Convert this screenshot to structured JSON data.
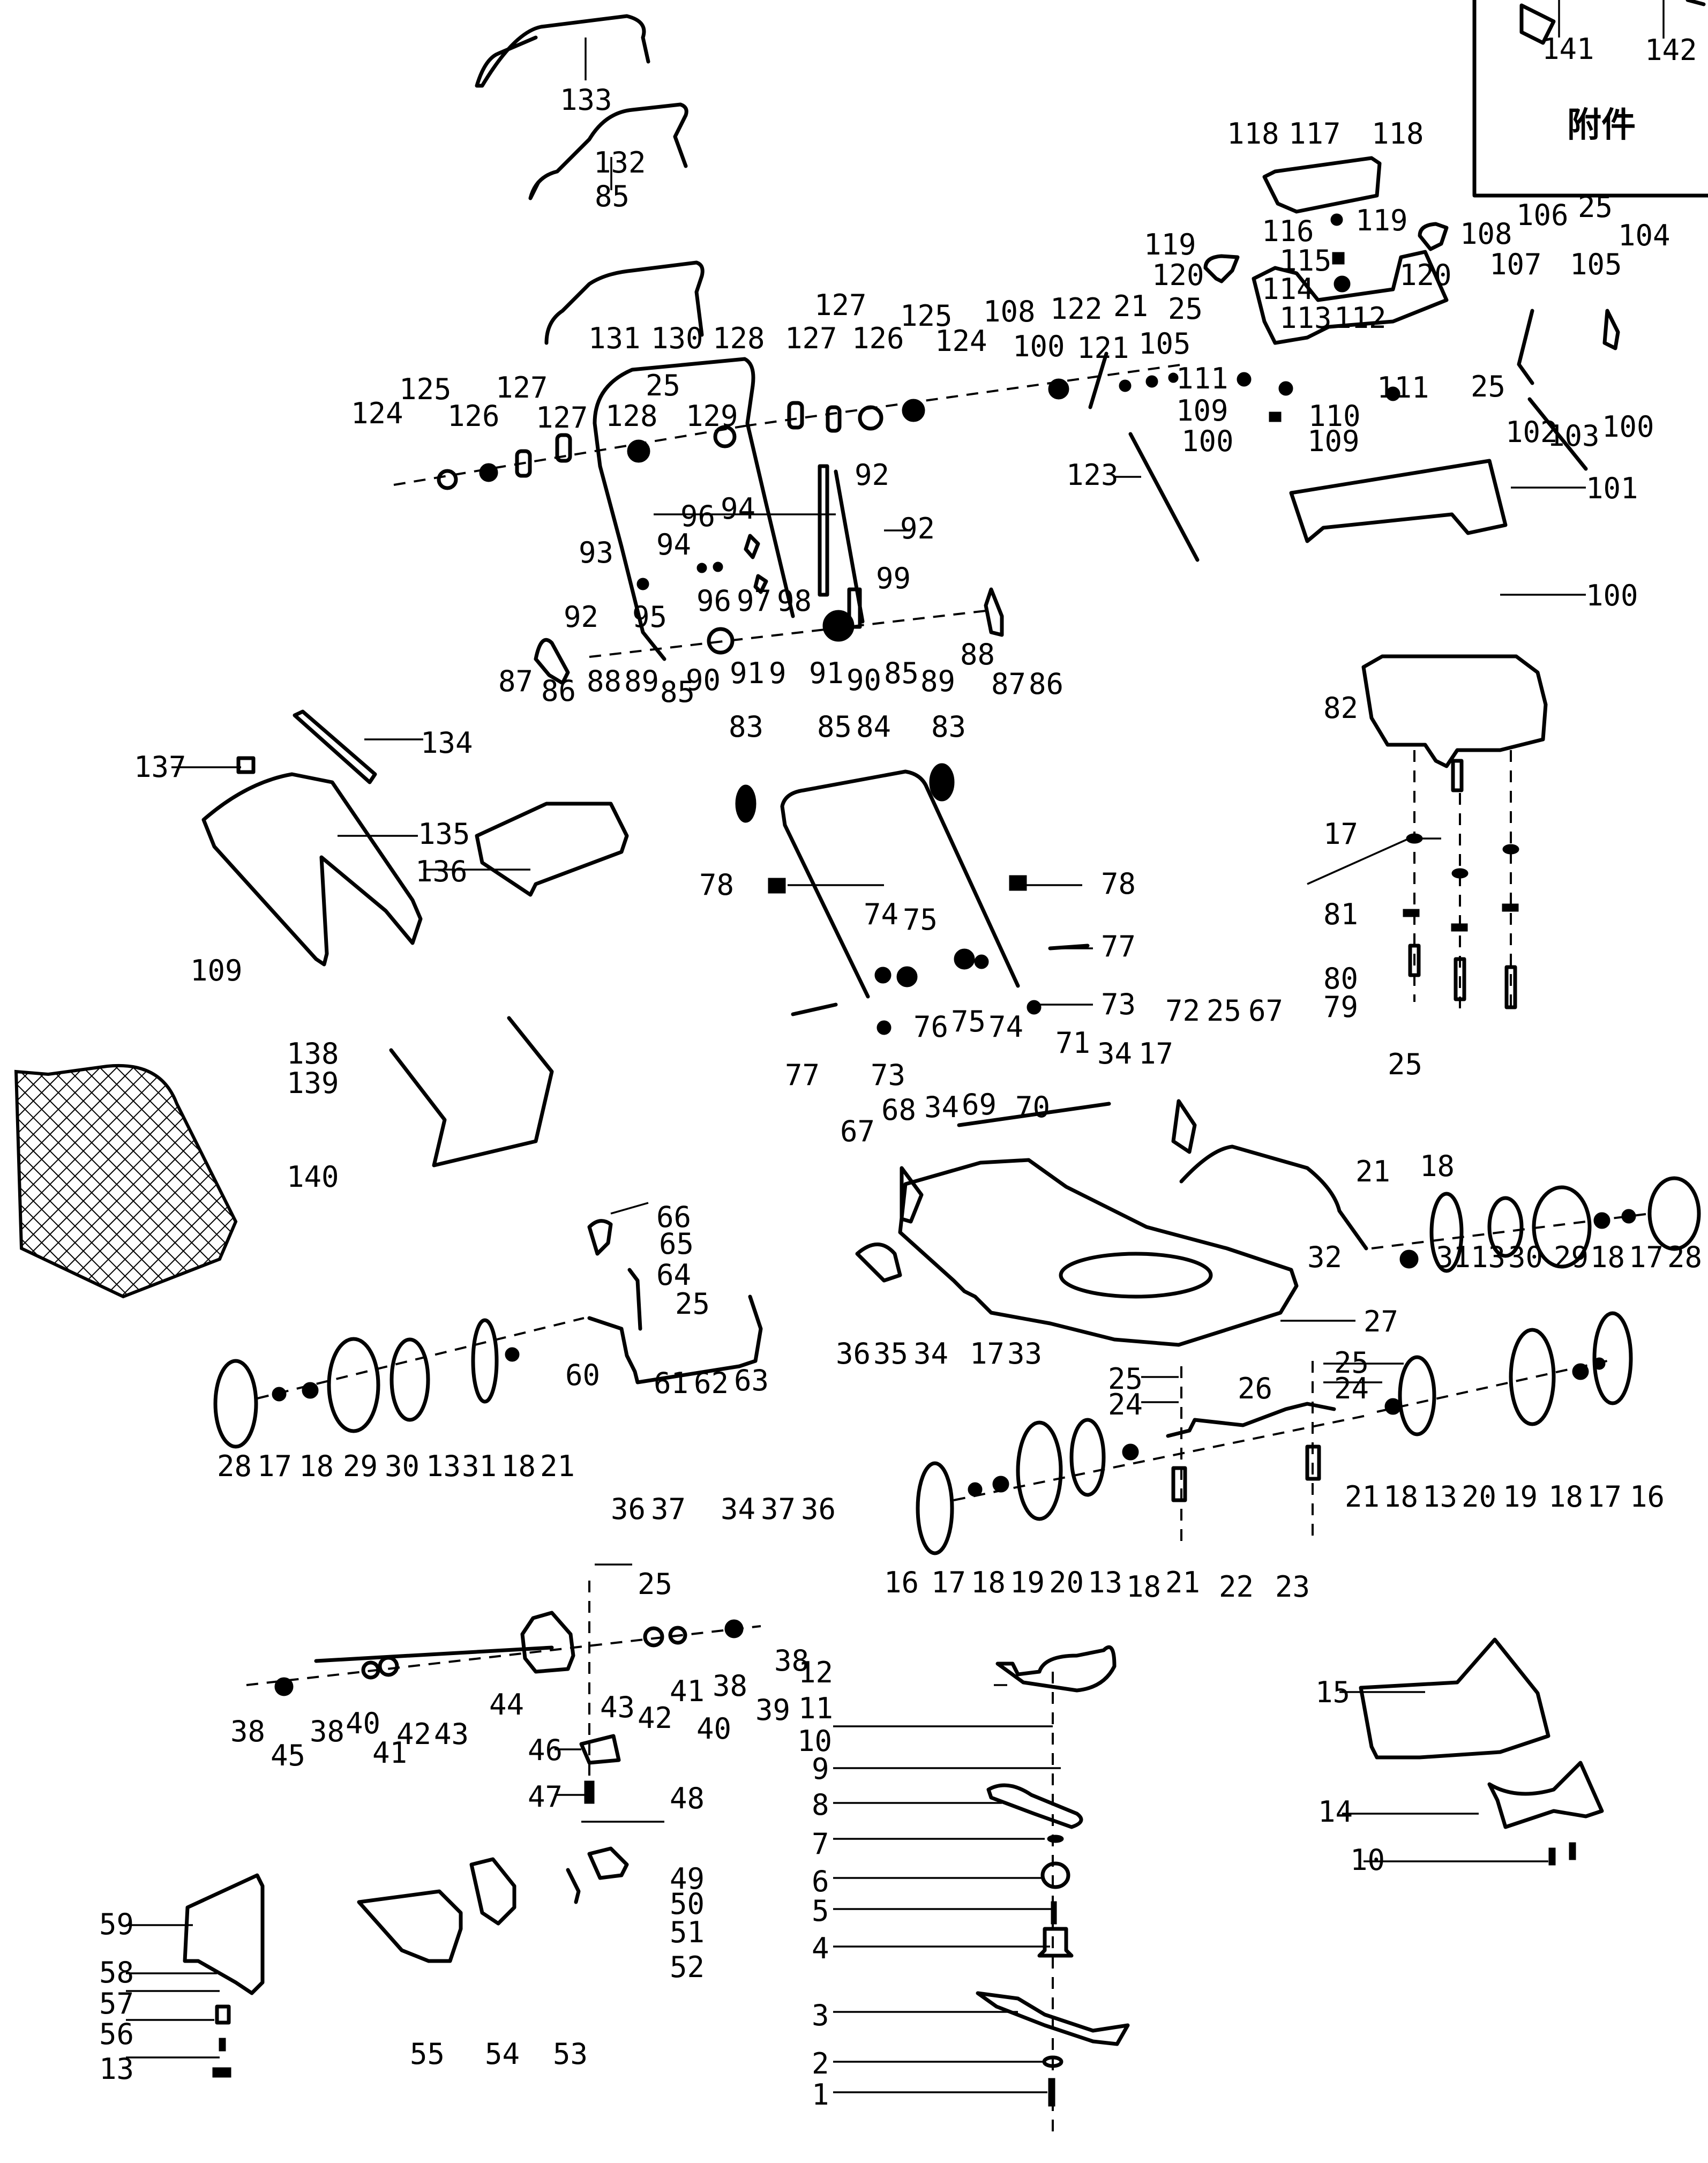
{
  "diagram": {
    "title": "Lawn mower exploded parts diagram",
    "accessory_box": {
      "title": "附件",
      "items": [
        "141",
        "142"
      ]
    },
    "labels": [
      {
        "id": "l133",
        "text": "133"
      },
      {
        "id": "l132",
        "text": "132"
      },
      {
        "id": "l85a",
        "text": "85"
      },
      {
        "id": "l131",
        "text": "131"
      },
      {
        "id": "l130",
        "text": "130"
      },
      {
        "id": "l128a",
        "text": "128"
      },
      {
        "id": "l128b",
        "text": "128"
      },
      {
        "id": "l25a",
        "text": "25"
      },
      {
        "id": "l129",
        "text": "129"
      },
      {
        "id": "l124a",
        "text": "124"
      },
      {
        "id": "l125a",
        "text": "125"
      },
      {
        "id": "l126a",
        "text": "126"
      },
      {
        "id": "l127a",
        "text": "127"
      },
      {
        "id": "l127b",
        "text": "127"
      },
      {
        "id": "l127c",
        "text": "127"
      },
      {
        "id": "l127d",
        "text": "127"
      },
      {
        "id": "l126b",
        "text": "126"
      },
      {
        "id": "l125b",
        "text": "125"
      },
      {
        "id": "l124b",
        "text": "124"
      },
      {
        "id": "l108a",
        "text": "108"
      },
      {
        "id": "l100a",
        "text": "100"
      },
      {
        "id": "l122",
        "text": "122"
      },
      {
        "id": "l121",
        "text": "121"
      },
      {
        "id": "l21a",
        "text": "21"
      },
      {
        "id": "l105a",
        "text": "105"
      },
      {
        "id": "l25b",
        "text": "25"
      },
      {
        "id": "l123",
        "text": "123"
      },
      {
        "id": "l118a",
        "text": "118"
      },
      {
        "id": "l117",
        "text": "117"
      },
      {
        "id": "l118b",
        "text": "118"
      },
      {
        "id": "l116",
        "text": "116"
      },
      {
        "id": "l115",
        "text": "115"
      },
      {
        "id": "l114",
        "text": "114"
      },
      {
        "id": "l113",
        "text": "113"
      },
      {
        "id": "l112",
        "text": "112"
      },
      {
        "id": "l119a",
        "text": "119"
      },
      {
        "id": "l120a",
        "text": "120"
      },
      {
        "id": "l119b",
        "text": "119"
      },
      {
        "id": "l120b",
        "text": "120"
      },
      {
        "id": "l111a",
        "text": "111"
      },
      {
        "id": "l111b",
        "text": "111"
      },
      {
        "id": "l109a",
        "text": "109"
      },
      {
        "id": "l110",
        "text": "110"
      },
      {
        "id": "l100b",
        "text": "100"
      },
      {
        "id": "l109b",
        "text": "109"
      },
      {
        "id": "l108b",
        "text": "108"
      },
      {
        "id": "l107",
        "text": "107"
      },
      {
        "id": "l106",
        "text": "106"
      },
      {
        "id": "l25c",
        "text": "25"
      },
      {
        "id": "l104",
        "text": "104"
      },
      {
        "id": "l105b",
        "text": "105"
      },
      {
        "id": "l25d",
        "text": "25"
      },
      {
        "id": "l102",
        "text": "102"
      },
      {
        "id": "l103",
        "text": "103"
      },
      {
        "id": "l100c",
        "text": "100"
      },
      {
        "id": "l101",
        "text": "101"
      },
      {
        "id": "l100d",
        "text": "100"
      },
      {
        "id": "l92a",
        "text": "92"
      },
      {
        "id": "l92b",
        "text": "92"
      },
      {
        "id": "l93",
        "text": "93"
      },
      {
        "id": "l92c",
        "text": "92"
      },
      {
        "id": "l94a",
        "text": "94"
      },
      {
        "id": "l96a",
        "text": "96"
      },
      {
        "id": "l94b",
        "text": "94"
      },
      {
        "id": "l95",
        "text": "95"
      },
      {
        "id": "l96b",
        "text": "96"
      },
      {
        "id": "l97",
        "text": "97"
      },
      {
        "id": "l98",
        "text": "98"
      },
      {
        "id": "l99",
        "text": "99"
      },
      {
        "id": "l90a",
        "text": "90"
      },
      {
        "id": "l91a",
        "text": "91"
      },
      {
        "id": "l9a",
        "text": "9"
      },
      {
        "id": "l91b",
        "text": "91"
      },
      {
        "id": "l90b",
        "text": "90"
      },
      {
        "id": "l85b",
        "text": "85"
      },
      {
        "id": "l89a",
        "text": "89"
      },
      {
        "id": "l88a",
        "text": "88"
      },
      {
        "id": "l87a",
        "text": "87"
      },
      {
        "id": "l86a",
        "text": "86"
      },
      {
        "id": "l87b",
        "text": "87"
      },
      {
        "id": "l86b",
        "text": "86"
      },
      {
        "id": "l88b",
        "text": "88"
      },
      {
        "id": "l89b",
        "text": "89"
      },
      {
        "id": "l85c",
        "text": "85"
      },
      {
        "id": "l82",
        "text": "82"
      },
      {
        "id": "l17a",
        "text": "17"
      },
      {
        "id": "l81",
        "text": "81"
      },
      {
        "id": "l80",
        "text": "80"
      },
      {
        "id": "l79",
        "text": "79"
      },
      {
        "id": "l134",
        "text": "134"
      },
      {
        "id": "l137",
        "text": "137"
      },
      {
        "id": "l135",
        "text": "135"
      },
      {
        "id": "l136",
        "text": "136"
      },
      {
        "id": "l109c",
        "text": "109"
      },
      {
        "id": "l138",
        "text": "138"
      },
      {
        "id": "l139",
        "text": "139"
      },
      {
        "id": "l140",
        "text": "140"
      },
      {
        "id": "l83a",
        "text": "83"
      },
      {
        "id": "l85d",
        "text": "85"
      },
      {
        "id": "l84",
        "text": "84"
      },
      {
        "id": "l83b",
        "text": "83"
      },
      {
        "id": "l78a",
        "text": "78"
      },
      {
        "id": "l78b",
        "text": "78"
      },
      {
        "id": "l74a",
        "text": "74"
      },
      {
        "id": "l75a",
        "text": "75"
      },
      {
        "id": "l77a",
        "text": "77"
      },
      {
        "id": "l76",
        "text": "76"
      },
      {
        "id": "l75b",
        "text": "75"
      },
      {
        "id": "l74b",
        "text": "74"
      },
      {
        "id": "l73a",
        "text": "73"
      },
      {
        "id": "l77b",
        "text": "77"
      },
      {
        "id": "l73b",
        "text": "73"
      },
      {
        "id": "l72",
        "text": "72"
      },
      {
        "id": "l25e",
        "text": "25"
      },
      {
        "id": "l67a",
        "text": "67"
      },
      {
        "id": "l71",
        "text": "71"
      },
      {
        "id": "l34a",
        "text": "34"
      },
      {
        "id": "l17b",
        "text": "17"
      },
      {
        "id": "l67b",
        "text": "67"
      },
      {
        "id": "l68",
        "text": "68"
      },
      {
        "id": "l34b",
        "text": "34"
      },
      {
        "id": "l69",
        "text": "69"
      },
      {
        "id": "l70",
        "text": "70"
      },
      {
        "id": "l36a",
        "text": "36"
      },
      {
        "id": "l35",
        "text": "35"
      },
      {
        "id": "l34c",
        "text": "34"
      },
      {
        "id": "l17c",
        "text": "17"
      },
      {
        "id": "l33",
        "text": "33"
      },
      {
        "id": "l27",
        "text": "27"
      },
      {
        "id": "l32",
        "text": "32"
      },
      {
        "id": "l21b",
        "text": "21"
      },
      {
        "id": "l25f",
        "text": "25"
      },
      {
        "id": "l18a",
        "text": "18"
      },
      {
        "id": "l31a",
        "text": "31"
      },
      {
        "id": "l13a",
        "text": "13"
      },
      {
        "id": "l30a",
        "text": "30"
      },
      {
        "id": "l29a",
        "text": "29"
      },
      {
        "id": "l18b",
        "text": "18"
      },
      {
        "id": "l17d",
        "text": "17"
      },
      {
        "id": "l28a",
        "text": "28"
      },
      {
        "id": "l66",
        "text": "66"
      },
      {
        "id": "l65",
        "text": "65"
      },
      {
        "id": "l64",
        "text": "64"
      },
      {
        "id": "l25g",
        "text": "25"
      },
      {
        "id": "l60",
        "text": "60"
      },
      {
        "id": "l61",
        "text": "61"
      },
      {
        "id": "l62",
        "text": "62"
      },
      {
        "id": "l63",
        "text": "63"
      },
      {
        "id": "l28b",
        "text": "28"
      },
      {
        "id": "l17e",
        "text": "17"
      },
      {
        "id": "l18c",
        "text": "18"
      },
      {
        "id": "l29b",
        "text": "29"
      },
      {
        "id": "l30b",
        "text": "30"
      },
      {
        "id": "l13b",
        "text": "13"
      },
      {
        "id": "l31b",
        "text": "31"
      },
      {
        "id": "l18d",
        "text": "18"
      },
      {
        "id": "l21c",
        "text": "21"
      },
      {
        "id": "l36b",
        "text": "36"
      },
      {
        "id": "l37a",
        "text": "37"
      },
      {
        "id": "l34d",
        "text": "34"
      },
      {
        "id": "l37b",
        "text": "37"
      },
      {
        "id": "l36c",
        "text": "36"
      },
      {
        "id": "l25h",
        "text": "25"
      },
      {
        "id": "l24a",
        "text": "24"
      },
      {
        "id": "l25i",
        "text": "25"
      },
      {
        "id": "l24b",
        "text": "24"
      },
      {
        "id": "l26",
        "text": "26"
      },
      {
        "id": "l16a",
        "text": "16"
      },
      {
        "id": "l17f",
        "text": "17"
      },
      {
        "id": "l18e",
        "text": "18"
      },
      {
        "id": "l19a",
        "text": "19"
      },
      {
        "id": "l20a",
        "text": "20"
      },
      {
        "id": "l13c",
        "text": "13"
      },
      {
        "id": "l18f",
        "text": "18"
      },
      {
        "id": "l21d",
        "text": "21"
      },
      {
        "id": "l22",
        "text": "22"
      },
      {
        "id": "l23",
        "text": "23"
      },
      {
        "id": "l21e",
        "text": "21"
      },
      {
        "id": "l18g",
        "text": "18"
      },
      {
        "id": "l13d",
        "text": "13"
      },
      {
        "id": "l20b",
        "text": "20"
      },
      {
        "id": "l19b",
        "text": "19"
      },
      {
        "id": "l18h",
        "text": "18"
      },
      {
        "id": "l17g",
        "text": "17"
      },
      {
        "id": "l16b",
        "text": "16"
      },
      {
        "id": "l25j",
        "text": "25"
      },
      {
        "id": "l44",
        "text": "44"
      },
      {
        "id": "l43a",
        "text": "43"
      },
      {
        "id": "l42a",
        "text": "42"
      },
      {
        "id": "l41a",
        "text": "41"
      },
      {
        "id": "l40a",
        "text": "40"
      },
      {
        "id": "l38a",
        "text": "38"
      },
      {
        "id": "l39",
        "text": "39"
      },
      {
        "id": "l38b",
        "text": "38"
      },
      {
        "id": "l38c",
        "text": "38"
      },
      {
        "id": "l45",
        "text": "45"
      },
      {
        "id": "l38d",
        "text": "38"
      },
      {
        "id": "l40b",
        "text": "40"
      },
      {
        "id": "l41b",
        "text": "41"
      },
      {
        "id": "l42b",
        "text": "42"
      },
      {
        "id": "l43b",
        "text": "43"
      },
      {
        "id": "l46",
        "text": "46"
      },
      {
        "id": "l47",
        "text": "47"
      },
      {
        "id": "l48",
        "text": "48"
      },
      {
        "id": "l12",
        "text": "12"
      },
      {
        "id": "l11",
        "text": "11"
      },
      {
        "id": "l10a",
        "text": "10"
      },
      {
        "id": "l9b",
        "text": "9"
      },
      {
        "id": "l8",
        "text": "8"
      },
      {
        "id": "l7",
        "text": "7"
      },
      {
        "id": "l6",
        "text": "6"
      },
      {
        "id": "l5",
        "text": "5"
      },
      {
        "id": "l4",
        "text": "4"
      },
      {
        "id": "l3",
        "text": "3"
      },
      {
        "id": "l2",
        "text": "2"
      },
      {
        "id": "l1",
        "text": "1"
      },
      {
        "id": "l15",
        "text": "15"
      },
      {
        "id": "l14",
        "text": "14"
      },
      {
        "id": "l10b",
        "text": "10"
      },
      {
        "id": "l49",
        "text": "49"
      },
      {
        "id": "l50",
        "text": "50"
      },
      {
        "id": "l51",
        "text": "51"
      },
      {
        "id": "l52",
        "text": "52"
      },
      {
        "id": "l53",
        "text": "53"
      },
      {
        "id": "l54",
        "text": "54"
      },
      {
        "id": "l55",
        "text": "55"
      },
      {
        "id": "l59",
        "text": "59"
      },
      {
        "id": "l58",
        "text": "58"
      },
      {
        "id": "l57",
        "text": "57"
      },
      {
        "id": "l56",
        "text": "56"
      },
      {
        "id": "l13e",
        "text": "13"
      }
    ]
  }
}
